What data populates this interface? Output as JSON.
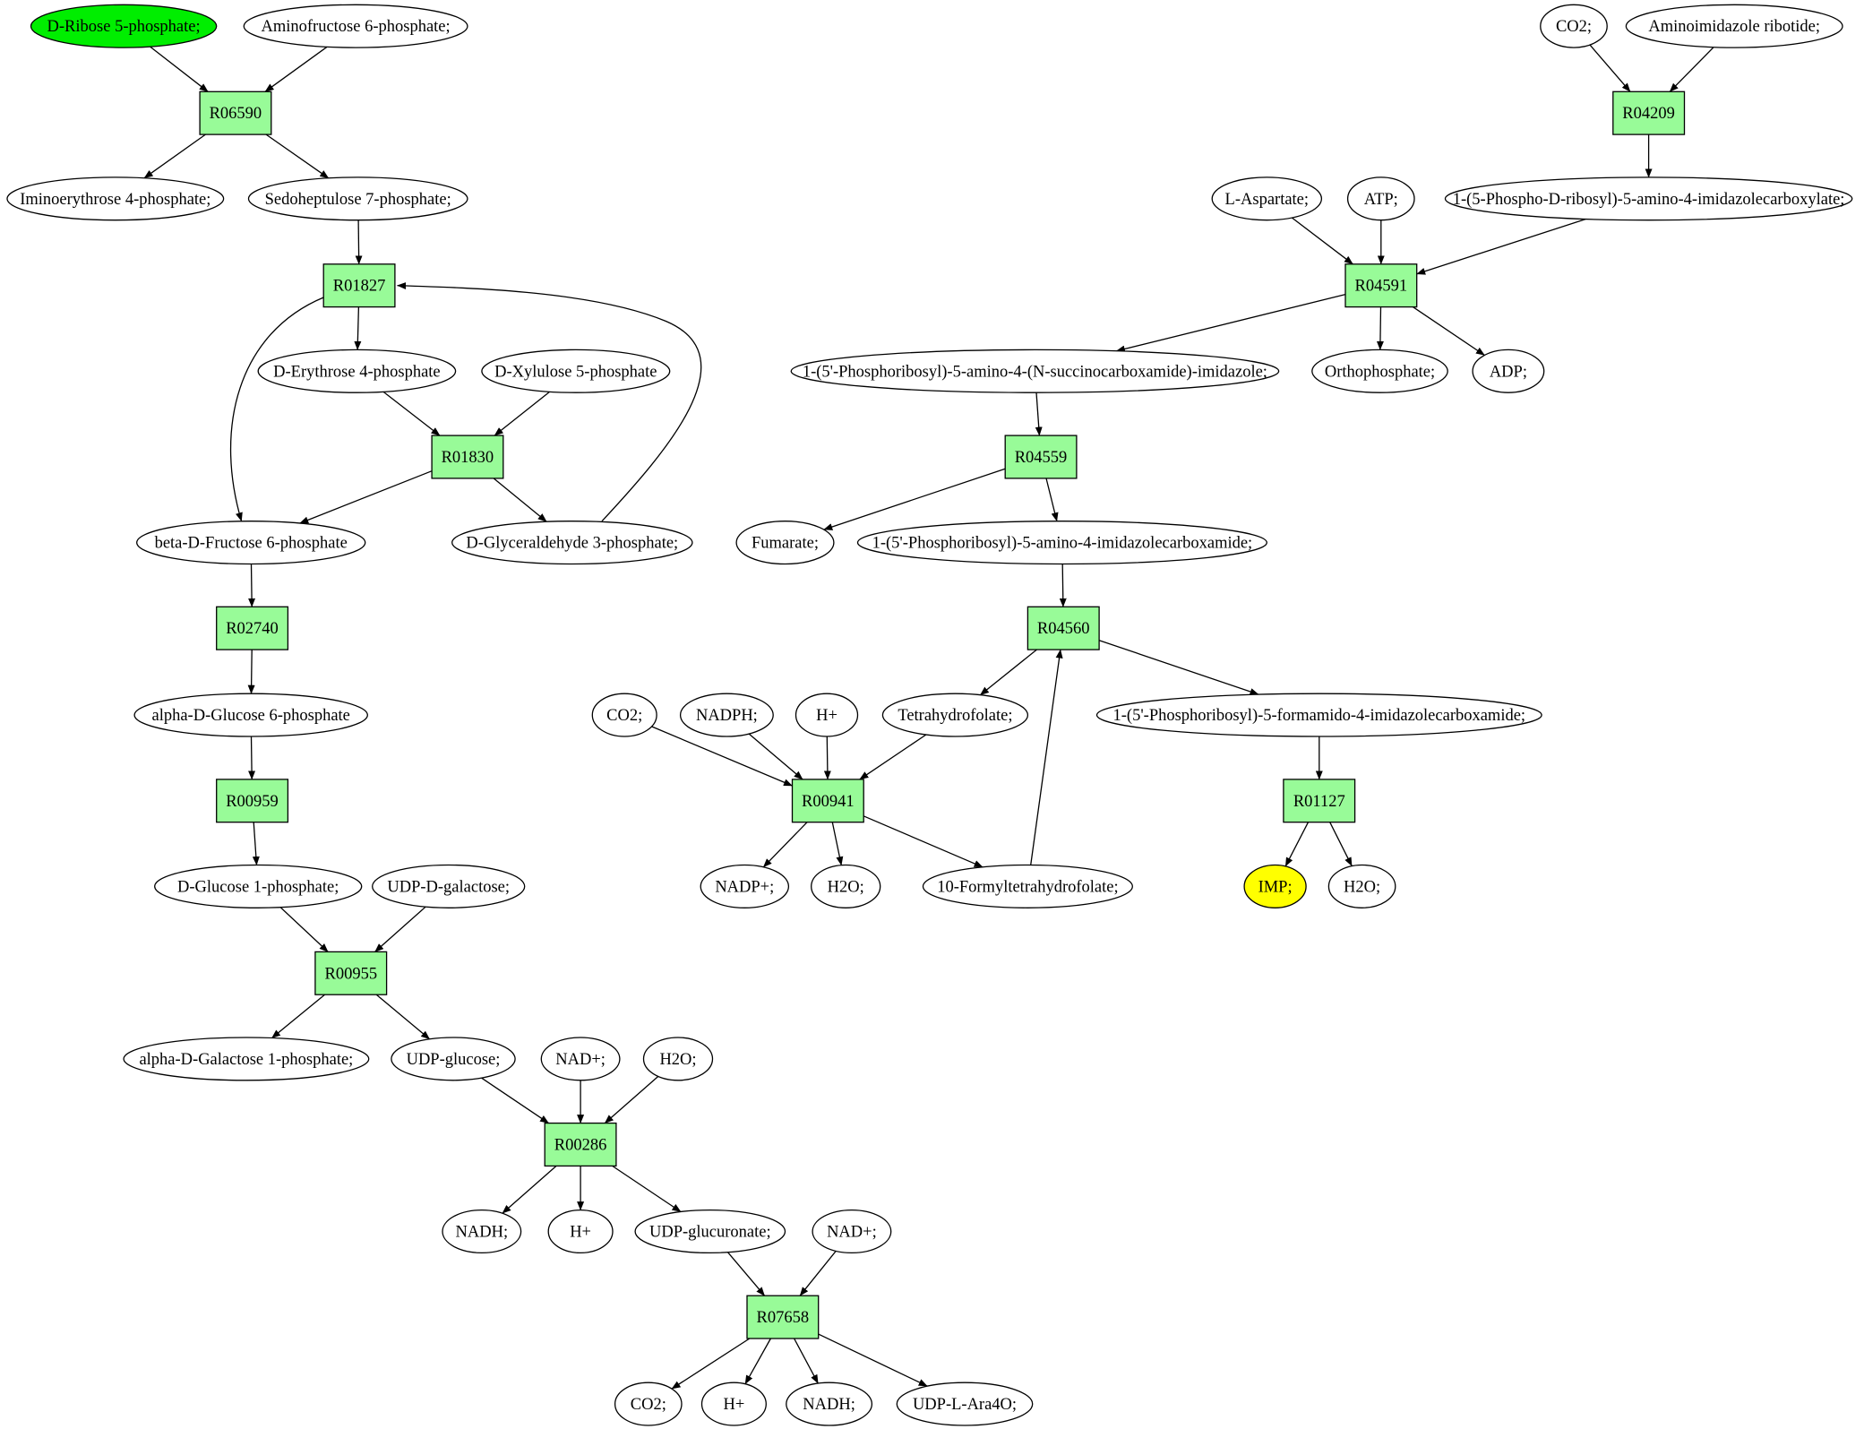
{
  "colors": {
    "reaction_fill": "#98fb98",
    "metabolite_fill": "#ffffff",
    "source_fill": "#00ee00",
    "target_fill": "#ffff00",
    "line": "#000000"
  },
  "nodes": [
    {
      "id": "m_ribose5p",
      "label": "D-Ribose 5-phosphate;",
      "kind": "source"
    },
    {
      "id": "m_aminofructose6p",
      "label": "Aminofructose 6-phosphate;",
      "kind": "metabolite"
    },
    {
      "id": "r_R06590",
      "label": "R06590",
      "kind": "reaction"
    },
    {
      "id": "m_iminoerythrose4p",
      "label": "Iminoerythrose 4-phosphate;",
      "kind": "metabolite"
    },
    {
      "id": "m_sedoheptulose7p",
      "label": "Sedoheptulose 7-phosphate;",
      "kind": "metabolite"
    },
    {
      "id": "r_R01827",
      "label": "R01827",
      "kind": "reaction"
    },
    {
      "id": "m_erythrose4p",
      "label": "D-Erythrose 4-phosphate",
      "kind": "metabolite"
    },
    {
      "id": "m_xylulose5p",
      "label": "D-Xylulose 5-phosphate",
      "kind": "metabolite"
    },
    {
      "id": "r_R01830",
      "label": "R01830",
      "kind": "reaction"
    },
    {
      "id": "m_fructose6p",
      "label": "beta-D-Fructose 6-phosphate",
      "kind": "metabolite"
    },
    {
      "id": "m_g3p",
      "label": "D-Glyceraldehyde 3-phosphate;",
      "kind": "metabolite"
    },
    {
      "id": "r_R02740",
      "label": "R02740",
      "kind": "reaction"
    },
    {
      "id": "m_glucose6p",
      "label": "alpha-D-Glucose 6-phosphate",
      "kind": "metabolite"
    },
    {
      "id": "r_R00959",
      "label": "R00959",
      "kind": "reaction"
    },
    {
      "id": "m_glucose1p",
      "label": "D-Glucose 1-phosphate;",
      "kind": "metabolite"
    },
    {
      "id": "m_udpgal",
      "label": "UDP-D-galactose;",
      "kind": "metabolite"
    },
    {
      "id": "r_R00955",
      "label": "R00955",
      "kind": "reaction"
    },
    {
      "id": "m_galactose1p",
      "label": "alpha-D-Galactose 1-phosphate;",
      "kind": "metabolite"
    },
    {
      "id": "m_udpglucose",
      "label": "UDP-glucose;",
      "kind": "metabolite"
    },
    {
      "id": "m_nad_a",
      "label": "NAD+;",
      "kind": "metabolite"
    },
    {
      "id": "m_h2o_a",
      "label": "H2O;",
      "kind": "metabolite"
    },
    {
      "id": "r_R00286",
      "label": "R00286",
      "kind": "reaction"
    },
    {
      "id": "m_nadh_a",
      "label": "NADH;",
      "kind": "metabolite"
    },
    {
      "id": "m_h_a",
      "label": "H+",
      "kind": "metabolite"
    },
    {
      "id": "m_udpglucuronate",
      "label": "UDP-glucuronate;",
      "kind": "metabolite"
    },
    {
      "id": "m_nad_b",
      "label": "NAD+;",
      "kind": "metabolite"
    },
    {
      "id": "r_R07658",
      "label": "R07658",
      "kind": "reaction"
    },
    {
      "id": "m_co2_a",
      "label": "CO2;",
      "kind": "metabolite"
    },
    {
      "id": "m_h_b",
      "label": "H+",
      "kind": "metabolite"
    },
    {
      "id": "m_nadh_b",
      "label": "NADH;",
      "kind": "metabolite"
    },
    {
      "id": "m_udpara4o",
      "label": "UDP-L-Ara4O;",
      "kind": "metabolite"
    },
    {
      "id": "m_co2_b",
      "label": "CO2;",
      "kind": "metabolite"
    },
    {
      "id": "m_air",
      "label": "Aminoimidazole ribotide;",
      "kind": "metabolite"
    },
    {
      "id": "r_R04209",
      "label": "R04209",
      "kind": "reaction"
    },
    {
      "id": "m_aspartate",
      "label": "L-Aspartate;",
      "kind": "metabolite"
    },
    {
      "id": "m_atp",
      "label": "ATP;",
      "kind": "metabolite"
    },
    {
      "id": "m_cair",
      "label": "1-(5-Phospho-D-ribosyl)-5-amino-4-imidazolecarboxylate;",
      "kind": "metabolite"
    },
    {
      "id": "r_R04591",
      "label": "R04591",
      "kind": "reaction"
    },
    {
      "id": "m_saicar",
      "label": "1-(5'-Phosphoribosyl)-5-amino-4-(N-succinocarboxamide)-imidazole;",
      "kind": "metabolite"
    },
    {
      "id": "m_orthophosphate",
      "label": "Orthophosphate;",
      "kind": "metabolite"
    },
    {
      "id": "m_adp",
      "label": "ADP;",
      "kind": "metabolite"
    },
    {
      "id": "r_R04559",
      "label": "R04559",
      "kind": "reaction"
    },
    {
      "id": "m_fumarate",
      "label": "Fumarate;",
      "kind": "metabolite"
    },
    {
      "id": "m_aicar",
      "label": "1-(5'-Phosphoribosyl)-5-amino-4-imidazolecarboxamide;",
      "kind": "metabolite"
    },
    {
      "id": "r_R04560",
      "label": "R04560",
      "kind": "reaction"
    },
    {
      "id": "m_co2_c",
      "label": "CO2;",
      "kind": "metabolite"
    },
    {
      "id": "m_nadph",
      "label": "NADPH;",
      "kind": "metabolite"
    },
    {
      "id": "m_h_c",
      "label": "H+",
      "kind": "metabolite"
    },
    {
      "id": "m_thf",
      "label": "Tetrahydrofolate;",
      "kind": "metabolite"
    },
    {
      "id": "m_faicar",
      "label": "1-(5'-Phosphoribosyl)-5-formamido-4-imidazolecarboxamide;",
      "kind": "metabolite"
    },
    {
      "id": "r_R00941",
      "label": "R00941",
      "kind": "reaction"
    },
    {
      "id": "r_R01127",
      "label": "R01127",
      "kind": "reaction"
    },
    {
      "id": "m_nadp",
      "label": "NADP+;",
      "kind": "metabolite"
    },
    {
      "id": "m_h2o_b",
      "label": "H2O;",
      "kind": "metabolite"
    },
    {
      "id": "m_formylthf",
      "label": "10-Formyltetrahydrofolate;",
      "kind": "metabolite"
    },
    {
      "id": "m_imp",
      "label": "IMP;",
      "kind": "target"
    },
    {
      "id": "m_h2o_c",
      "label": "H2O;",
      "kind": "metabolite"
    }
  ],
  "edges": [
    {
      "from": "m_ribose5p",
      "to": "r_R06590"
    },
    {
      "from": "m_aminofructose6p",
      "to": "r_R06590"
    },
    {
      "from": "r_R06590",
      "to": "m_iminoerythrose4p"
    },
    {
      "from": "r_R06590",
      "to": "m_sedoheptulose7p"
    },
    {
      "from": "m_sedoheptulose7p",
      "to": "r_R01827"
    },
    {
      "from": "m_g3p",
      "to": "r_R01827"
    },
    {
      "from": "r_R01827",
      "to": "m_erythrose4p"
    },
    {
      "from": "r_R01827",
      "to": "m_fructose6p"
    },
    {
      "from": "m_erythrose4p",
      "to": "r_R01830"
    },
    {
      "from": "m_xylulose5p",
      "to": "r_R01830"
    },
    {
      "from": "r_R01830",
      "to": "m_fructose6p"
    },
    {
      "from": "r_R01830",
      "to": "m_g3p"
    },
    {
      "from": "m_fructose6p",
      "to": "r_R02740"
    },
    {
      "from": "r_R02740",
      "to": "m_glucose6p"
    },
    {
      "from": "m_glucose6p",
      "to": "r_R00959"
    },
    {
      "from": "r_R00959",
      "to": "m_glucose1p"
    },
    {
      "from": "m_glucose1p",
      "to": "r_R00955"
    },
    {
      "from": "m_udpgal",
      "to": "r_R00955"
    },
    {
      "from": "r_R00955",
      "to": "m_galactose1p"
    },
    {
      "from": "r_R00955",
      "to": "m_udpglucose"
    },
    {
      "from": "m_udpglucose",
      "to": "r_R00286"
    },
    {
      "from": "m_nad_a",
      "to": "r_R00286"
    },
    {
      "from": "m_h2o_a",
      "to": "r_R00286"
    },
    {
      "from": "r_R00286",
      "to": "m_nadh_a"
    },
    {
      "from": "r_R00286",
      "to": "m_h_a"
    },
    {
      "from": "r_R00286",
      "to": "m_udpglucuronate"
    },
    {
      "from": "m_udpglucuronate",
      "to": "r_R07658"
    },
    {
      "from": "m_nad_b",
      "to": "r_R07658"
    },
    {
      "from": "r_R07658",
      "to": "m_co2_a"
    },
    {
      "from": "r_R07658",
      "to": "m_h_b"
    },
    {
      "from": "r_R07658",
      "to": "m_nadh_b"
    },
    {
      "from": "r_R07658",
      "to": "m_udpara4o"
    },
    {
      "from": "m_co2_b",
      "to": "r_R04209"
    },
    {
      "from": "m_air",
      "to": "r_R04209"
    },
    {
      "from": "r_R04209",
      "to": "m_cair"
    },
    {
      "from": "m_aspartate",
      "to": "r_R04591"
    },
    {
      "from": "m_atp",
      "to": "r_R04591"
    },
    {
      "from": "m_cair",
      "to": "r_R04591"
    },
    {
      "from": "r_R04591",
      "to": "m_saicar"
    },
    {
      "from": "r_R04591",
      "to": "m_orthophosphate"
    },
    {
      "from": "r_R04591",
      "to": "m_adp"
    },
    {
      "from": "m_saicar",
      "to": "r_R04559"
    },
    {
      "from": "r_R04559",
      "to": "m_fumarate"
    },
    {
      "from": "r_R04559",
      "to": "m_aicar"
    },
    {
      "from": "m_aicar",
      "to": "r_R04560"
    },
    {
      "from": "m_formylthf",
      "to": "r_R04560"
    },
    {
      "from": "r_R04560",
      "to": "m_thf"
    },
    {
      "from": "r_R04560",
      "to": "m_faicar"
    },
    {
      "from": "m_co2_c",
      "to": "r_R00941"
    },
    {
      "from": "m_nadph",
      "to": "r_R00941"
    },
    {
      "from": "m_h_c",
      "to": "r_R00941"
    },
    {
      "from": "m_thf",
      "to": "r_R00941"
    },
    {
      "from": "r_R00941",
      "to": "m_nadp"
    },
    {
      "from": "r_R00941",
      "to": "m_h2o_b"
    },
    {
      "from": "r_R00941",
      "to": "m_formylthf"
    },
    {
      "from": "m_faicar",
      "to": "r_R01127"
    },
    {
      "from": "r_R01127",
      "to": "m_imp"
    },
    {
      "from": "r_R01127",
      "to": "m_h2o_c"
    }
  ]
}
